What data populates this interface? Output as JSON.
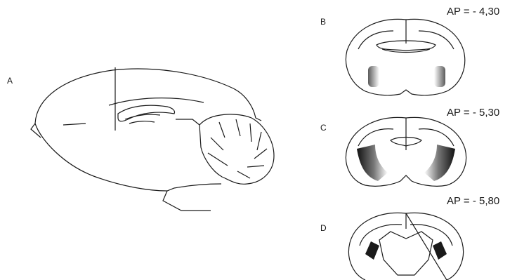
{
  "panels": [
    {
      "letter": "A",
      "ap": ""
    },
    {
      "letter": "B",
      "ap": "AP = - 4,30"
    },
    {
      "letter": "C",
      "ap": "AP = - 5,30"
    },
    {
      "letter": "D",
      "ap": "AP = - 5,80"
    }
  ],
  "colors": {
    "ink": "#1a1a1a",
    "stain_dark": "#111111",
    "stain_light": "#ffffff"
  },
  "stain_profile": {
    "B": "faint",
    "C": "strong",
    "D": "strong"
  }
}
